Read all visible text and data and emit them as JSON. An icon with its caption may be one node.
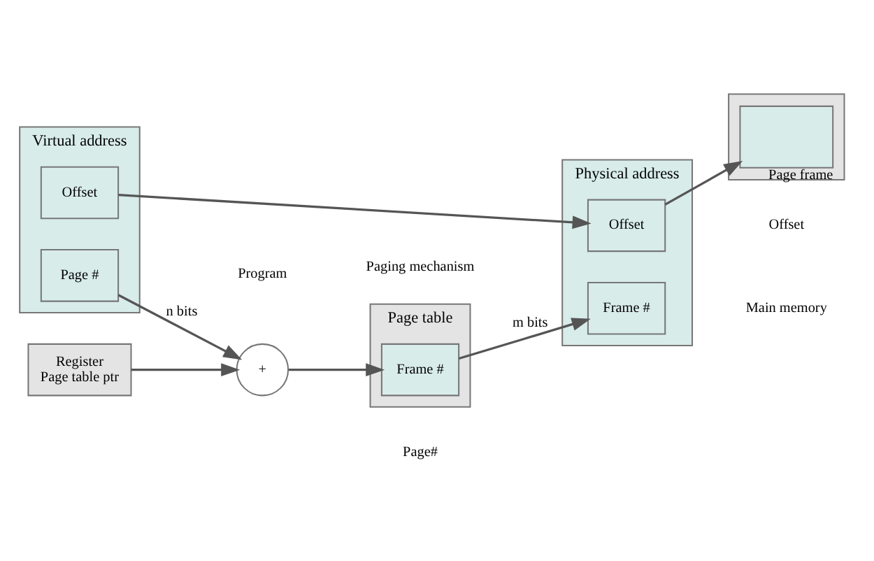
{
  "diagram": {
    "nodes": [
      {
        "text": [
          "Virtual address"
        ]
      },
      {
        "text": [
          "Page #"
        ],
        "in": 0
      },
      {
        "text": [
          "Offset"
        ],
        "in": 0
      },
      {
        "text": [
          "Register",
          "Page table ptr"
        ]
      },
      {
        "text": [
          "+"
        ]
      },
      {
        "text": [
          "Page table"
        ]
      },
      {
        "text": [
          "Frame #"
        ],
        "in": 5
      },
      {
        "text": [
          "Physical address"
        ]
      },
      {
        "text": [
          "Frame #"
        ],
        "in": 7
      },
      {
        "text": [
          "Offset"
        ],
        "in": 7
      },
      {
        "text": [],
        "shape": "box"
      },
      {
        "text": [],
        "shape": "box",
        "in": 10,
        "beside": [
          "Page frame"
        ]
      }
    ],
    "edges": [
      {
        "from": 1,
        "to": 4,
        "arrow": "to",
        "label": "n bits"
      },
      {
        "from": 2,
        "to": 9,
        "arrow": "to"
      },
      {
        "from": 3,
        "to": 4,
        "arrow": "to"
      },
      {
        "from": 4,
        "to": 6,
        "arrow": "to"
      },
      {
        "from": 6,
        "to": 8,
        "arrow": "to",
        "label": "m bits"
      },
      {
        "from": 9,
        "to": 11,
        "arrow": "to"
      }
    ],
    "labels": [
      "Page#",
      "Offset",
      "Program",
      "Paging mechanism",
      "Main memory"
    ]
  }
}
